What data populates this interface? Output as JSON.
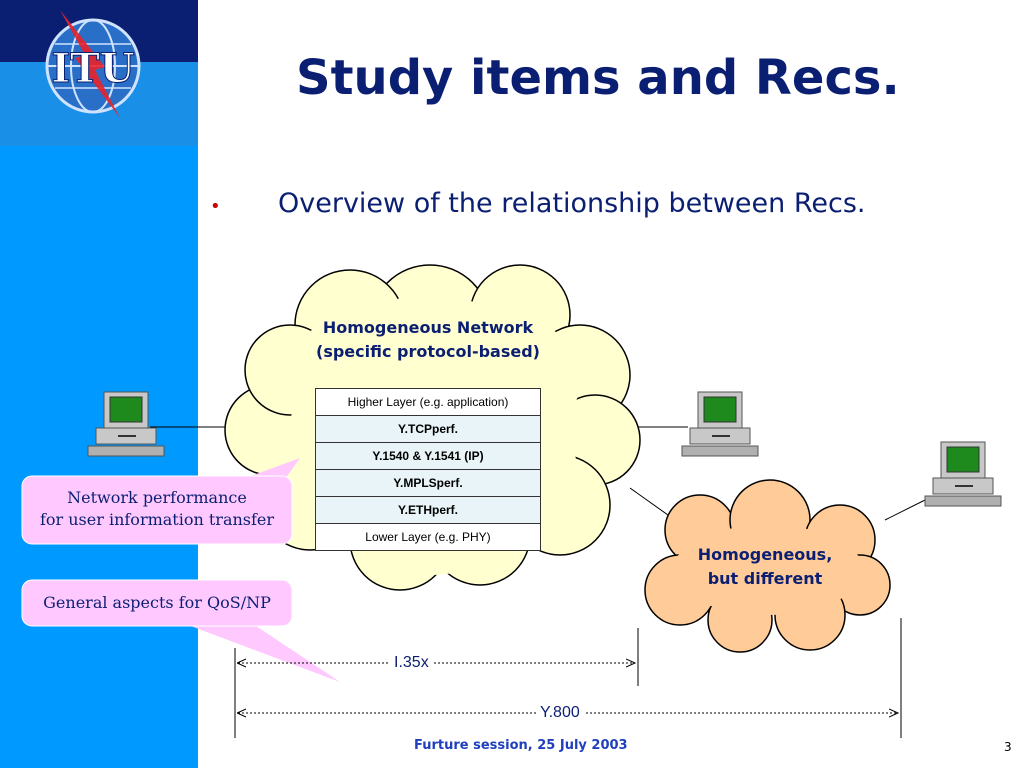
{
  "slide": {
    "title": "Study items and Recs.",
    "logo_text": "ITU",
    "bullet_text": "Overview of the relationship between Recs."
  },
  "diagram": {
    "main_cloud_label_line1": "Homogeneous Network",
    "main_cloud_label_line2": "(specific protocol-based)",
    "layers": [
      {
        "label": "Higher Layer (e.g. application)",
        "is_rec": false
      },
      {
        "label": "Y.TCPperf.",
        "is_rec": true
      },
      {
        "label": "Y.1540 & Y.1541 (IP)",
        "is_rec": true
      },
      {
        "label": "Y.MPLSperf.",
        "is_rec": true
      },
      {
        "label": "Y.ETHperf.",
        "is_rec": true
      },
      {
        "label": "Lower Layer (e.g. PHY)",
        "is_rec": false
      }
    ],
    "second_cloud_label_line1": "Homogeneous,",
    "second_cloud_label_line2": "but different",
    "callout_np_line1": "Network performance",
    "callout_np_line2": "for user information transfer",
    "callout_qos": "General aspects for QoS/NP",
    "dim_i35x": "I.35x",
    "dim_y800": "Y.800",
    "colors": {
      "navy": "#0b1f72",
      "cloud_yellow": "#ffffd0",
      "cloud_orange": "#ffcc99",
      "callout_pink": "#ffc8ff",
      "rec_cell": "#e8f4f8"
    }
  },
  "footer": {
    "text": "Furture session, 25 July 2003",
    "page_number": "3"
  }
}
